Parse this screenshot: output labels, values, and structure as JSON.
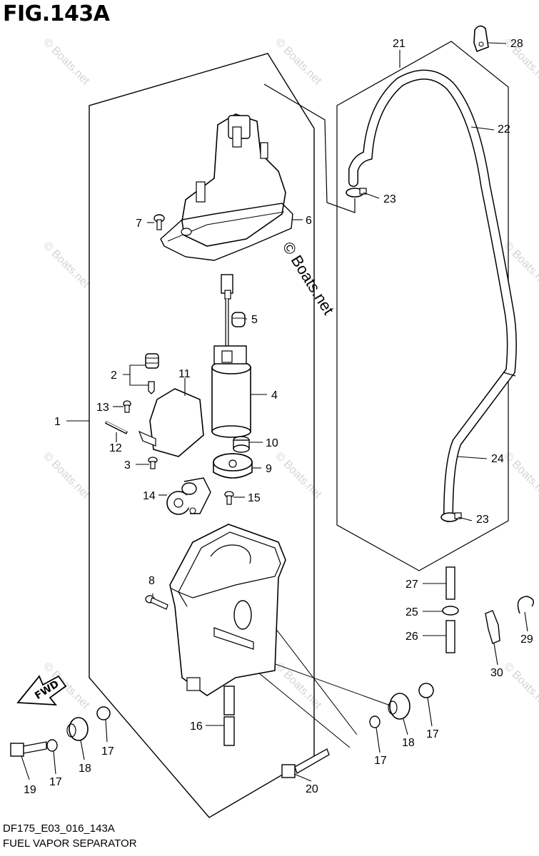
{
  "figure": {
    "title": "FIG.143A",
    "code": "DF175_E03_016_143A",
    "name": "FUEL VAPOR SEPARATOR"
  },
  "watermark": {
    "main": "© Boats.net",
    "faint": "© Boats.net"
  },
  "direction_label": "FWD",
  "callouts": [
    "1",
    "2",
    "3",
    "4",
    "5",
    "6",
    "7",
    "8",
    "9",
    "10",
    "11",
    "12",
    "13",
    "14",
    "15",
    "16",
    "17",
    "18",
    "19",
    "20",
    "21",
    "22",
    "23",
    "24",
    "25",
    "26",
    "27",
    "28",
    "29",
    "30"
  ]
}
